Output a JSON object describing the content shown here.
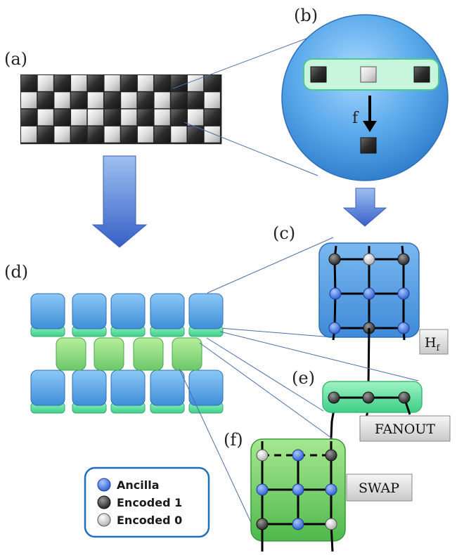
{
  "labels": {
    "a": "(a)",
    "b": "(b)",
    "c": "(c)",
    "d": "(d)",
    "e": "(e)",
    "f_panel": "(f)",
    "f_arrow": "f",
    "hf_main": "H",
    "hf_sub": "f",
    "fanout": "FANOUT",
    "swap": "SWAP"
  },
  "legend": {
    "items": [
      {
        "label": "Ancilla",
        "kind": "ancilla"
      },
      {
        "label": "Encoded 1",
        "kind": "one"
      },
      {
        "label": "Encoded 0",
        "kind": "zero"
      }
    ]
  },
  "colors": {
    "ancilla": "#3d6fd6",
    "encoded_one": "#3a3a3a",
    "encoded_zero": "#d8d8d8",
    "blue_panel": "#4f9be0",
    "green_panel": "#5fcf78",
    "arrow": "#3f6bd0"
  }
}
